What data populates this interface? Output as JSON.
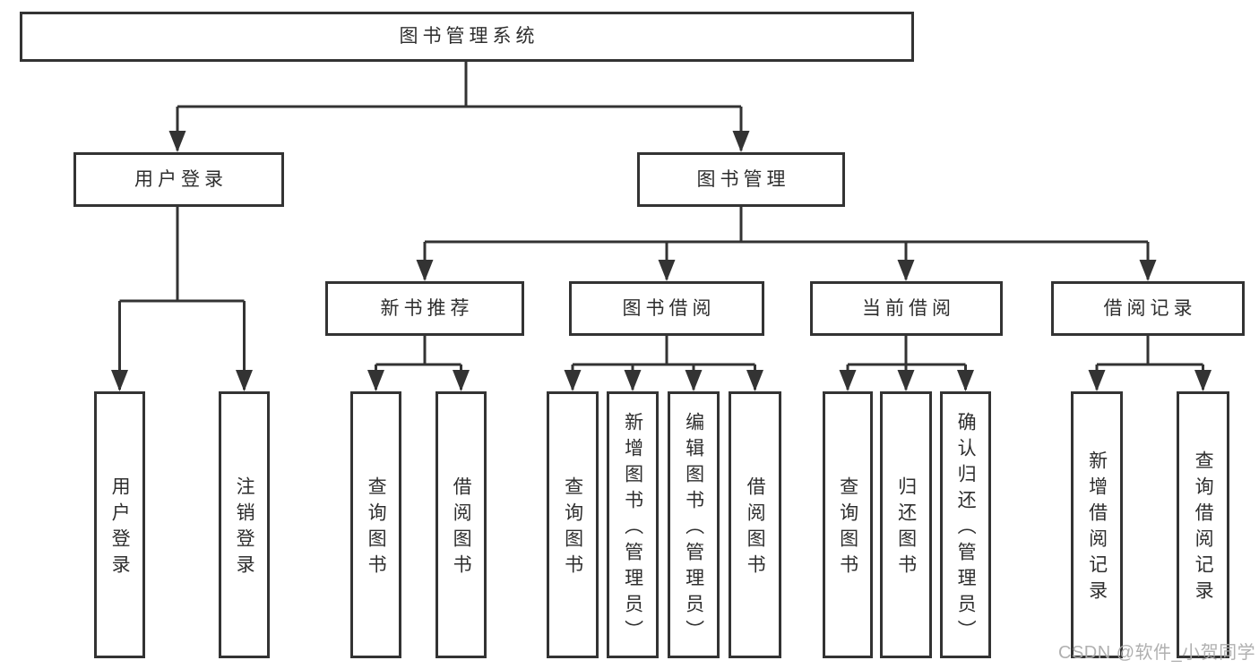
{
  "diagram_title": "图书管理系统",
  "watermark": "CSDN @软件_小贺同学",
  "colors": {
    "line": "#333333",
    "box_border": "#333333",
    "text": "#2e2e2e",
    "watermark": "#acacac",
    "background": "#ffffff"
  },
  "tree": {
    "label": "图书管理系统",
    "children": [
      {
        "label": "用户登录",
        "children": [
          {
            "label": "用户登录"
          },
          {
            "label": "注销登录"
          }
        ]
      },
      {
        "label": "图书管理",
        "children": [
          {
            "label": "新书推荐",
            "children": [
              {
                "label": "查询图书"
              },
              {
                "label": "借阅图书"
              }
            ]
          },
          {
            "label": "图书借阅",
            "children": [
              {
                "label": "查询图书"
              },
              {
                "label": "新增图书（管理员）"
              },
              {
                "label": "编辑图书（管理员）"
              },
              {
                "label": "借阅图书"
              }
            ]
          },
          {
            "label": "当前借阅",
            "children": [
              {
                "label": "查询图书"
              },
              {
                "label": "归还图书"
              },
              {
                "label": "确认归还（管理员）"
              }
            ]
          },
          {
            "label": "借阅记录",
            "children": [
              {
                "label": "新增借阅记录"
              },
              {
                "label": "查询借阅记录"
              }
            ]
          }
        ]
      }
    ]
  }
}
